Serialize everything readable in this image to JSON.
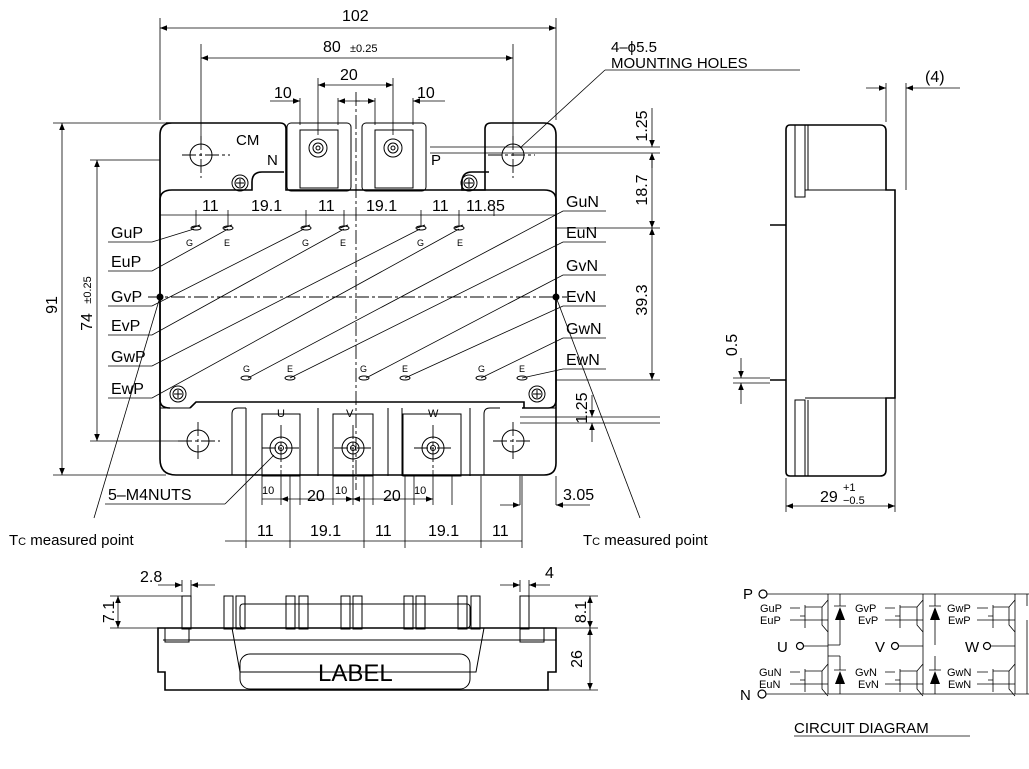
{
  "top_view": {
    "dim_overall_width": "102",
    "dim_hole_pitch": "80",
    "dim_hole_pitch_tol": "±0.25",
    "dim_pin_pitch": "20",
    "dim_pin_width_n": "10",
    "dim_pin_width_p": "10",
    "brand": "CM",
    "label_n": "N",
    "label_p": "P",
    "mounting_holes_count": "4–ϕ5.5",
    "mounting_holes_label": "MOUNTING HOLES",
    "dim_1_25_top": "1.25",
    "dim_18_7": "18.7",
    "dim_39_3": "39.3",
    "dim_1_25_bottom": "1.25",
    "dim_91": "91",
    "dim_74": "74",
    "dim_74_tol": "±0.25",
    "gate_spacing": [
      "11",
      "19.1",
      "11",
      "19.1",
      "11",
      "11.85"
    ],
    "pin_g": "G",
    "pin_e": "E",
    "left_labels": [
      "GuP",
      "EuP",
      "GvP",
      "EvP",
      "GwP",
      "EwP"
    ],
    "right_labels": [
      "GuN",
      "EuN",
      "GvN",
      "EvN",
      "GwN",
      "EwN"
    ],
    "terminal_u": "U",
    "terminal_v": "V",
    "terminal_w": "W",
    "nuts_label": "5–M4NUTS",
    "dim_10a": "10",
    "dim_20a": "20",
    "dim_10b": "10",
    "dim_20b": "20",
    "dim_10c": "10",
    "dim_3_05": "3.05",
    "bottom_spacing": [
      "11",
      "19.1",
      "11",
      "19.1",
      "11"
    ],
    "tc_left_prefix": "T",
    "tc_left_sub": "C",
    "tc_left_suffix": " measured point",
    "tc_right_prefix": "T",
    "tc_right_sub": "C",
    "tc_right_suffix": " measured point"
  },
  "side_view": {
    "dim_4_paren": "(4)",
    "dim_0_5": "0.5",
    "dim_29": "29",
    "dim_29_plus": "+1",
    "dim_29_minus": "−0.5"
  },
  "front_view": {
    "dim_2_8": "2.8",
    "dim_7_1": "7.1",
    "dim_4": "4",
    "dim_8_1": "8.1",
    "dim_26": "26",
    "label": "LABEL"
  },
  "circuit": {
    "title": "CIRCUIT DIAGRAM",
    "node_p": "P",
    "node_n": "N",
    "node_u": "U",
    "node_v": "V",
    "node_w": "W",
    "gu_p": "GuP",
    "eu_p": "EuP",
    "gv_p": "GvP",
    "ev_p": "EvP",
    "gw_p": "GwP",
    "ew_p": "EwP",
    "gu_n": "GuN",
    "eu_n": "EuN",
    "gv_n": "GvN",
    "ev_n": "EvN",
    "gw_n": "GwN",
    "ew_n": "EwN"
  }
}
